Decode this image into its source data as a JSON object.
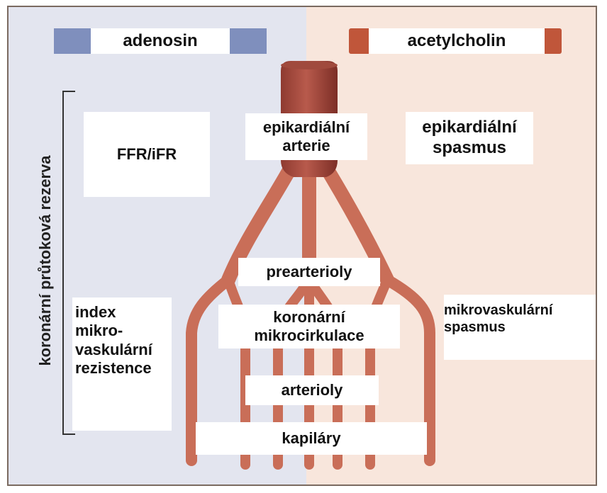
{
  "headers": {
    "left": "adenosin",
    "right": "acetylcholin"
  },
  "left_colors": {
    "panel": "#e3e5ef",
    "bar": "#7f8fbd"
  },
  "right_colors": {
    "panel": "#f8e6dc",
    "bar": "#c0563a"
  },
  "vessel_color": "#b85a4c",
  "vertical_axis_label": "koronární průtoková rezerva",
  "left_labels": {
    "ffr": "FFR/iFR",
    "imr": [
      "index",
      "mikro-",
      "vaskulární",
      "rezistence"
    ]
  },
  "center_labels": {
    "epicardial": [
      "epikardiální",
      "arterie"
    ],
    "prearterioles": "prearterioly",
    "microcirculation": [
      "koronární",
      "mikrocirkulace"
    ],
    "arterioles": "arterioly",
    "capillaries": "kapiláry"
  },
  "right_labels": {
    "epicardial_spasm": [
      "epikardiální",
      "spasmus"
    ],
    "microvascular_spasm": [
      "mikrovaskulární",
      "spasmus"
    ]
  }
}
